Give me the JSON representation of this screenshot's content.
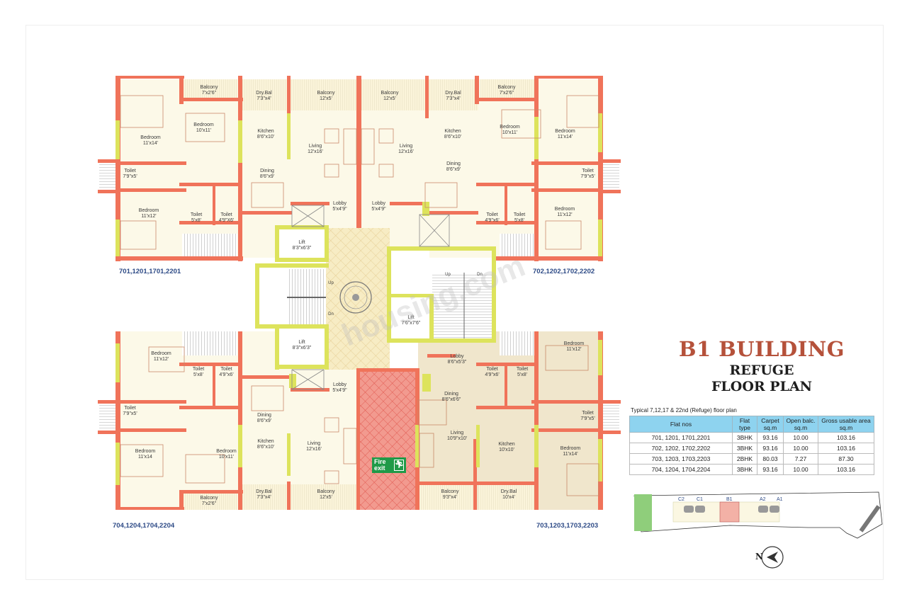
{
  "title": {
    "building": "B1 BUILDING",
    "line1": "REFUGE",
    "line2": "FLOOR PLAN"
  },
  "watermark": "housing.com",
  "unit_labels": {
    "top_left": "701,1201,1701,2201",
    "top_right": "702,1202,1702,2202",
    "bottom_left": "704,1204,1704,2204",
    "bottom_right": "703,1203,1703,2203"
  },
  "rooms": {
    "tl": {
      "balcony_small": [
        "Balcony",
        "7'x2'6\""
      ],
      "dry_bal": [
        "Dry.Bal",
        "7'3\"x4'"
      ],
      "balcony": [
        "Balcony",
        "12'x5'"
      ],
      "bedroom_master": [
        "Bedroom",
        "11'x14'"
      ],
      "bedroom2": [
        "Bedroom",
        "10'x11'"
      ],
      "kitchen": [
        "Kitchen",
        "8'6\"x10'"
      ],
      "living": [
        "Living",
        "12'x16'"
      ],
      "dining": [
        "Dining",
        "8'6\"x9'"
      ],
      "toilet_side": [
        "Toilet",
        "7'9\"x5'"
      ],
      "toilet_a": [
        "Toilet",
        "5'x8'"
      ],
      "toilet_b": [
        "Toilet",
        "4'9\"X6'"
      ],
      "bedroom3": [
        "Bedroom",
        "11'x12'"
      ],
      "lobby": [
        "Lobby",
        "5'x4'9\""
      ]
    },
    "tr": {
      "balcony": [
        "Balcony",
        "12'x5'"
      ],
      "dry_bal": [
        "Dry.Bal",
        "7'3\"x4'"
      ],
      "balcony_small": [
        "Balcony",
        "7'x2'6\""
      ],
      "living": [
        "Living",
        "12'x16'"
      ],
      "kitchen": [
        "Kitchen",
        "8'6\"x10'"
      ],
      "bedroom2": [
        "Bedroom",
        "10'x11'"
      ],
      "bedroom_master": [
        "Bedroom",
        "11'x14'"
      ],
      "dining": [
        "Dining",
        "8'6\"x9'"
      ],
      "toilet_side": [
        "Toilet",
        "7'9\"x5'"
      ],
      "toilet_a": [
        "Toilet",
        "4'9\"x6'"
      ],
      "toilet_b": [
        "Toilet",
        "5'x8'"
      ],
      "bedroom3": [
        "Bedroom",
        "11'x12'"
      ],
      "lobby": [
        "Lobby",
        "5'x4'9\""
      ]
    },
    "bl": {
      "bedroom3": [
        "Bedroom",
        "11'x12'"
      ],
      "toilet_a": [
        "Toilet",
        "5'x8'"
      ],
      "toilet_b": [
        "Toilet",
        "4'9\"x6'"
      ],
      "toilet_side": [
        "Toilet",
        "7'9\"x5'"
      ],
      "dining": [
        "Dining",
        "8'6\"x9'"
      ],
      "lobby": [
        "Lobby",
        "5'x4'9\""
      ],
      "bedroom_master": [
        "Bedroom",
        "11'x14"
      ],
      "bedroom2": [
        "Bedroom",
        "10'x11'"
      ],
      "kitchen": [
        "Kitchen",
        "8'6\"x10'"
      ],
      "living": [
        "Living",
        "12'x16'"
      ],
      "balcony_small": [
        "Balcony",
        "7'x2'6\""
      ],
      "dry_bal": [
        "Dry.Bal",
        "7'3\"x4'"
      ],
      "balcony": [
        "Balcony",
        "12'x5'"
      ]
    },
    "br": {
      "lobby": [
        "Lobby",
        "8'6\"x5'3\""
      ],
      "toilet_a": [
        "Toilet",
        "4'9\"x6'"
      ],
      "toilet_b": [
        "Toilet",
        "5'x8'"
      ],
      "bedroom3": [
        "Bedroom",
        "11'x12'"
      ],
      "dining": [
        "Dining",
        "8'6\"x6'6\""
      ],
      "toilet_side": [
        "Toilet",
        "7'9\"x5'"
      ],
      "living": [
        "Living",
        "10'9\"x10'"
      ],
      "kitchen": [
        "Kitchen",
        "10'x10'"
      ],
      "bedroom_master": [
        "Bedroom",
        "11'x14'"
      ],
      "balcony": [
        "Balcony",
        "9'3\"x4'"
      ],
      "dry_bal": [
        "Dry.Bal",
        "10'x4'"
      ]
    },
    "core": {
      "lift_top": [
        "Lift",
        "8'3\"x6'3\""
      ],
      "lift_bottom": [
        "Lift",
        "8'3\"x6'3\""
      ],
      "lift_right": [
        "Lift",
        "7'6\"x7'6\""
      ],
      "stair_up": "Up",
      "stair_dn": "Dn",
      "stair2_up": "Up",
      "stair2_dn": "Dn"
    },
    "fire_exit": [
      "Fire",
      "exit"
    ]
  },
  "area_table": {
    "caption": "Typical 7,12,17 & 22nd (Refuge) floor plan",
    "headers": [
      [
        "Flat nos",
        ""
      ],
      [
        "Flat",
        "type"
      ],
      [
        "Carpet",
        "sq.m"
      ],
      [
        "Open balc.",
        "sq.m"
      ],
      [
        "Gross usable area",
        "sq.m"
      ]
    ],
    "rows": [
      [
        "701, 1201, 1701,2201",
        "3BHK",
        "93.16",
        "10.00",
        "103.16"
      ],
      [
        "702, 1202, 1702,2202",
        "3BHK",
        "93.16",
        "10.00",
        "103.16"
      ],
      [
        "703, 1203, 1703,2203",
        "2BHK",
        "80.03",
        "7.27",
        "87.30"
      ],
      [
        "704, 1204, 1704,2204",
        "3BHK",
        "93.16",
        "10.00",
        "103.16"
      ]
    ]
  },
  "key_plan": {
    "labels": [
      "C2",
      "C1",
      "B1",
      "A2",
      "A1"
    ],
    "highlight": "B1",
    "compass": "N"
  },
  "colors": {
    "wall": "#f0735a",
    "window": "#dde35c",
    "floor": "#fcf9e8",
    "unit3_floor": "#f0e6cc",
    "lobby_floor": "#f7ecc4",
    "refuge": "#f08a80",
    "title": "#b5513a",
    "unit_label": "#2d4a86",
    "table_header": "#8ed3ef"
  }
}
